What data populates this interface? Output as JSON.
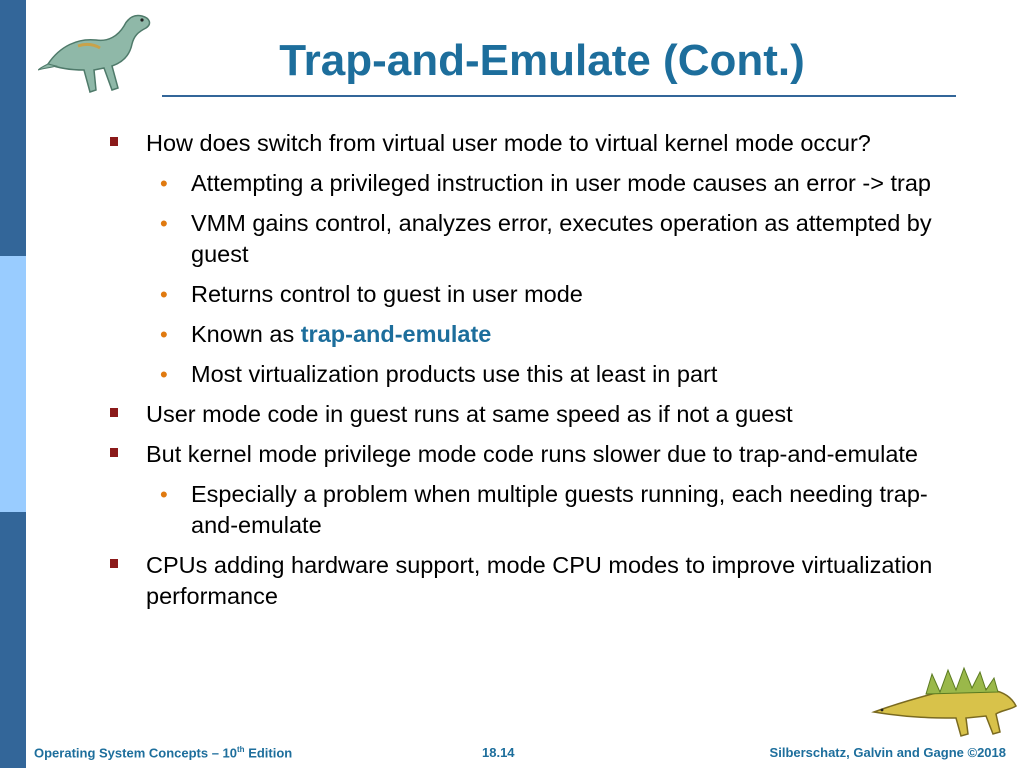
{
  "slide": {
    "title": "Trap-and-Emulate (Cont.)",
    "items": [
      {
        "level": 1,
        "text": "How does switch from virtual user mode to virtual kernel mode occur?"
      },
      {
        "level": 2,
        "text": "Attempting a privileged instruction in user mode causes an error -> trap"
      },
      {
        "level": 2,
        "text": "VMM gains control, analyzes error, executes operation as attempted by guest"
      },
      {
        "level": 2,
        "text": "Returns control to guest in user mode"
      },
      {
        "level": 2,
        "text_before": "Known as ",
        "highlight": "trap-and-emulate"
      },
      {
        "level": 2,
        "text": "Most virtualization products use this at least in part"
      },
      {
        "level": 1,
        "text": "User mode code in guest runs at same speed as if not a guest"
      },
      {
        "level": 1,
        "text": "But kernel mode privilege mode code runs slower due to trap-and-emulate"
      },
      {
        "level": 2,
        "text": "Especially a problem when multiple guests running, each needing trap-and-emulate"
      },
      {
        "level": 1,
        "text": "CPUs adding hardware support, mode CPU modes to improve virtualization performance"
      }
    ]
  },
  "footer": {
    "left_main": "Operating System Concepts – 10",
    "left_sup": "th",
    "left_end": " Edition",
    "center": "18.14",
    "right": "Silberschatz, Galvin and Gagne ©2018"
  },
  "colors": {
    "title": "#1d6e9c",
    "sidebar_dark": "#336699",
    "sidebar_light": "#99ccff",
    "bullet_level1": "#8b1a1a",
    "bullet_level2": "#e07a10"
  }
}
